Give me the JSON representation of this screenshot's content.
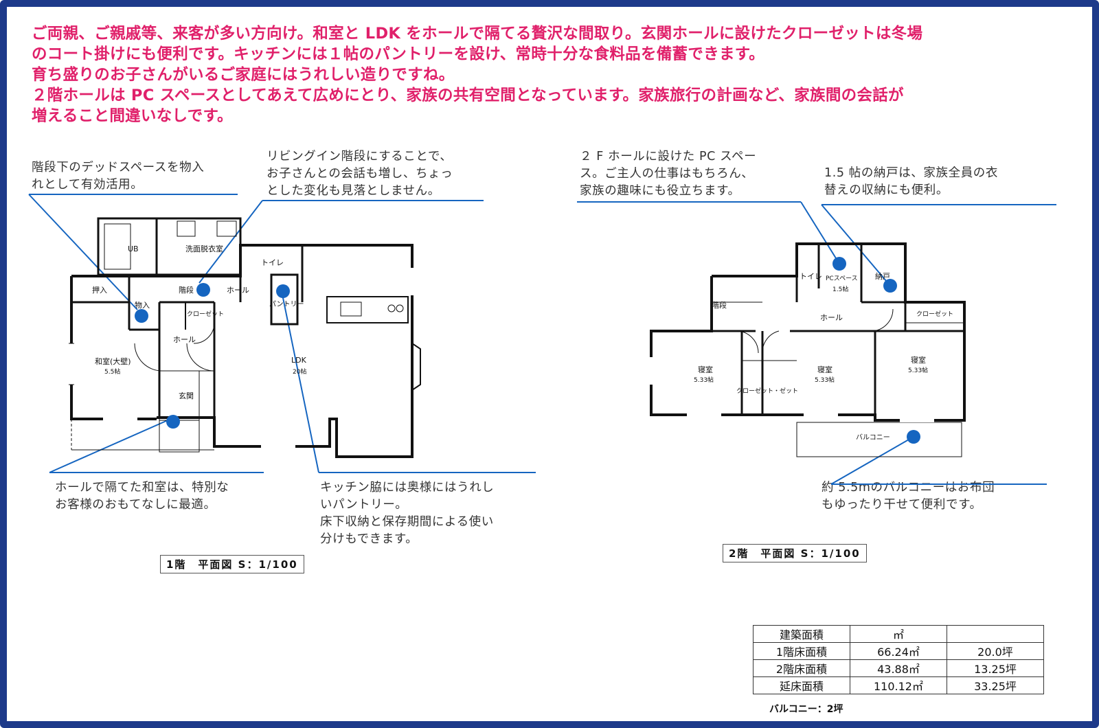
{
  "intro": {
    "lines": [
      "ご両親、ご親戚等、来客が多い方向け。和室と LDK をホールで隔てる贅沢な間取り。玄関ホールに設けたクローゼットは冬場",
      "のコート掛けにも便利です。キッチンには１帖のパントリーを設け、常時十分な食料品を備蓄できます。",
      "育ち盛りのお子さんがいるご家庭にはうれしい造りですね。",
      "２階ホールは PC スペースとしてあえて広めにとり、家族の共有空間となっています。家族旅行の計画など、家族間の会話が",
      "増えること間違いなしです。"
    ]
  },
  "callouts": {
    "deadspace": [
      "階段下のデッドスペースを物入",
      "れとして有効活用。"
    ],
    "living_stair": [
      "リビングイン階段にすることで、",
      "お子さんとの会話も増し、ちょっ",
      "とした変化も見落としません。"
    ],
    "washitsu": [
      "ホールで隔てた和室は、特別な",
      "お客様のおもてなしに最適。"
    ],
    "pantry": [
      "キッチン脇には奥様にはうれし",
      "いパントリー。",
      "床下収納と保存期間による使い",
      "分けもできます。"
    ],
    "pc_space": [
      "２ F ホールに設けた PC スペー",
      "ス。ご主人の仕事はもちろん、",
      "家族の趣味にも役立ちます。"
    ],
    "nando": [
      "1.5 帖の納戸は、家族全員の衣",
      "替えの収納にも便利。"
    ],
    "balcony": [
      "約 5.5mのバルコニーはお布団",
      "もゆったり干せて便利です。"
    ]
  },
  "floor1": {
    "scale_label": "1階　平面図 S：1/100",
    "rooms": {
      "ub": "UB",
      "senmen": "洗面脱衣室",
      "toilet": "トイレ",
      "oshiire": "押入",
      "monoire": "物入",
      "kaidan": "階段",
      "hall_top": "ホール",
      "pantry": "パントリー",
      "closet": "クローゼット",
      "hall_mid": "ホール",
      "washitsu": "和室(大壁)",
      "washitsu_size": "5.5帖",
      "genkan": "玄関",
      "ldk": "LDK",
      "ldk_size": "20帖"
    }
  },
  "floor2": {
    "scale_label": "2階　平面図 S：1/100",
    "rooms": {
      "toilet": "トイレ",
      "pc": "PCスペース",
      "pc_size": "1.5帖",
      "nando": "納戸",
      "kaidan": "階段",
      "hall": "ホール",
      "closet": "クローゼット",
      "bed1": "寝室",
      "bed1_size": "5.33帖",
      "bed2": "寝室",
      "bed2_size": "5.33帖",
      "bed3": "寝室",
      "bed3_size": "5.33帖",
      "closet_mid": "クローゼット・ゼット",
      "balcony": "バルコニー"
    }
  },
  "area_table": {
    "header": [
      "建築面積",
      "㎡",
      ""
    ],
    "rows": [
      [
        "1階床面積",
        "66.24㎡",
        "20.0坪"
      ],
      [
        "2階床面積",
        "43.88㎡",
        "13.25坪"
      ],
      [
        "延床面積",
        "110.12㎡",
        "33.25坪"
      ]
    ]
  },
  "balcony_note": "バルコニー：2坪",
  "colors": {
    "frame": "#1d3a8a",
    "intro_text": "#e0206a",
    "marker": "#1565c0",
    "leader": "#1565c0"
  }
}
